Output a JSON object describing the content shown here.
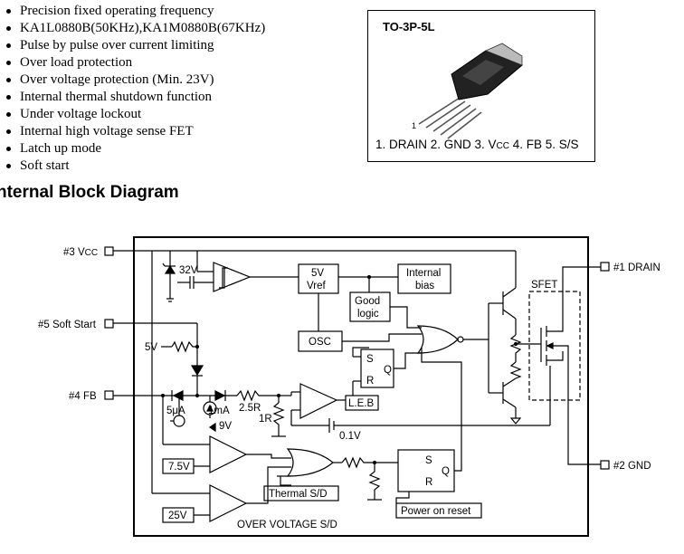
{
  "features": [
    "Precision fixed operating frequency",
    "KA1L0880B(50KHz),KA1M0880B(67KHz)",
    "Pulse by pulse over current limiting",
    "Over load protection",
    "Over voltage protection (Min. 23V)",
    "Internal thermal shutdown function",
    "Under voltage lockout",
    "Internal high voltage sense FET",
    "Latch up mode",
    "Soft start"
  ],
  "package": {
    "title": "TO-3P-5L",
    "pin1_mark": "1",
    "pins_a": "1. DRAIN 2. GND 3. V",
    "pins_sub": "CC",
    "pins_b": " 4. FB 5. S/S"
  },
  "section_title": "nternal Block Diagram",
  "diagram": {
    "pins": {
      "vcc": "#3 V",
      "vcc_sub": "CC",
      "soft_start": "#5 Soft Start",
      "fb": "#4 FB",
      "drain": "#1 DRAIN",
      "gnd": "#2 GND"
    },
    "labels": {
      "zener": "32V",
      "vref_1": "5V",
      "vref_2": "Vref",
      "bias_1": "Internal",
      "bias_2": "bias",
      "good_1": "Good",
      "good_2": "logic",
      "osc": "OSC",
      "sfet": "SFET",
      "five_v": "5V",
      "s1": "S",
      "r1": "R",
      "q1": "Q",
      "leb": "L.E.B",
      "r25": "2.5R",
      "r1r": "1R",
      "i5ua": "5μA",
      "i1ma": "1mA",
      "v9": "9V",
      "v01": "0.1V",
      "v75": "7.5V",
      "v25": "25V",
      "tsd": "Thermal S/D",
      "s2": "S",
      "r2": "R",
      "q2": "Q",
      "por": "Power on reset",
      "ovsd": "OVER VOLTAGE S/D"
    }
  }
}
